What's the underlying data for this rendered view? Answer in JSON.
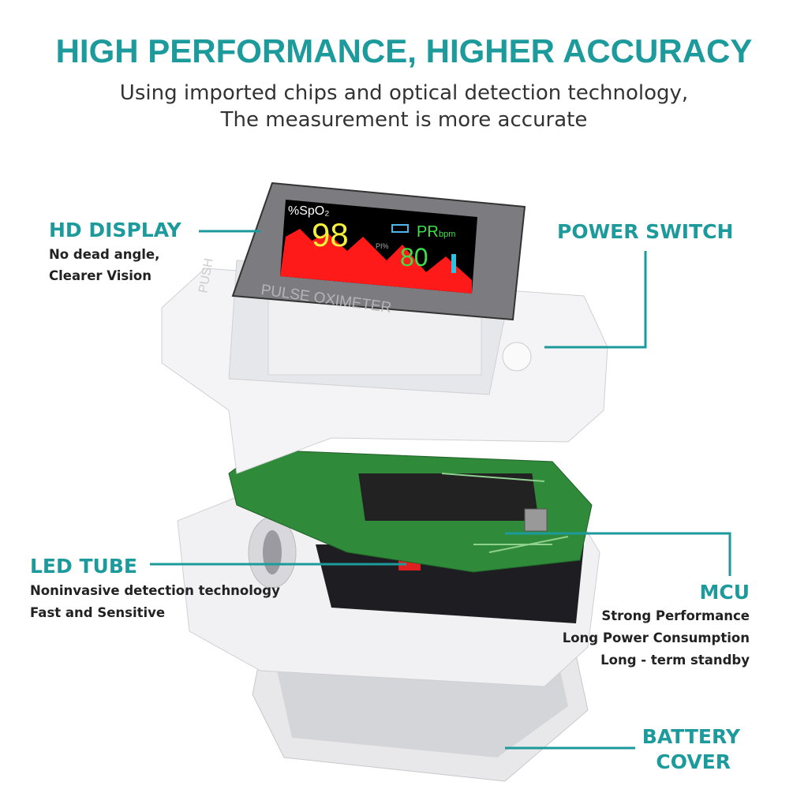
{
  "header": {
    "title": "HIGH PERFORMANCE, HIGHER ACCURACY",
    "subtitle": [
      "Using imported chips and optical detection technology,",
      "The measurement is more accurate"
    ]
  },
  "device": {
    "screen": {
      "spo2_label": "%SpO₂",
      "spo2_value": "98",
      "pr_label": "PR",
      "pr_unit": "bpm",
      "pr_value": "80",
      "pi_label": "PI%"
    },
    "bezel_text": "PULSE OXIMETER",
    "side_text": "PUSH"
  },
  "callouts": {
    "hd_display": {
      "label": "HD DISPLAY",
      "desc": [
        "No dead angle,",
        "Clearer Vision"
      ]
    },
    "power_switch": {
      "label": "POWER SWITCH"
    },
    "led_tube": {
      "label": "LED TUBE",
      "desc": [
        "Noninvasive detection technology",
        "Fast and Sensitive"
      ]
    },
    "mcu": {
      "label": "MCU",
      "desc": [
        "Strong Performance",
        "Long Power Consumption",
        "Long - term standby"
      ]
    },
    "battery_cover": {
      "label": [
        "BATTERY",
        "COVER"
      ]
    }
  },
  "colors": {
    "accent": "#1d9a9b",
    "screen_yellow": "#f5f03a",
    "screen_green": "#3ee04a",
    "wave_red": "#ff1a1a",
    "pcb_green": "#2f8a3a"
  }
}
